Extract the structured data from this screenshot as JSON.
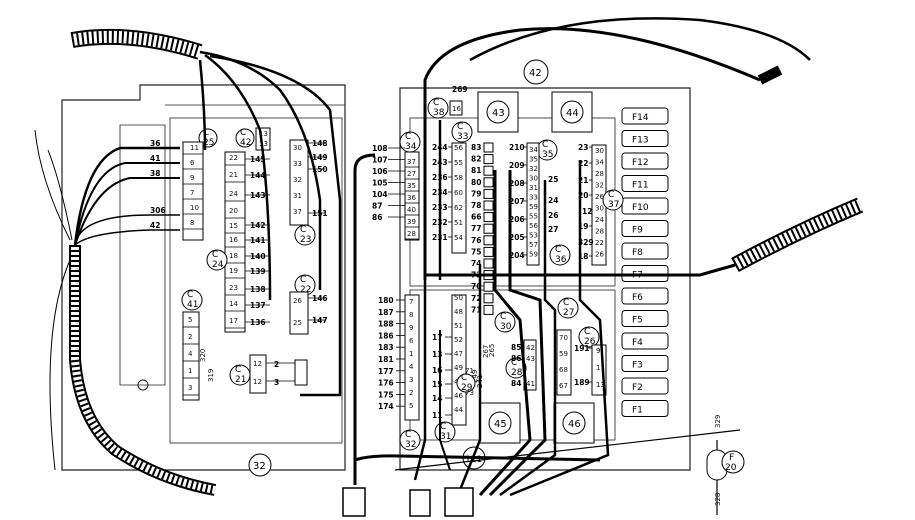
{
  "panel_labels": {
    "left": "32",
    "right": "42",
    "relay_bottom": "121",
    "ground": "32"
  },
  "relays": [
    "43",
    "44",
    "45",
    "46"
  ],
  "fuses": [
    "F14",
    "F13",
    "F12",
    "F11",
    "F10",
    "F9",
    "F8",
    "F7",
    "F6",
    "F5",
    "F4",
    "F3",
    "F2",
    "F1"
  ],
  "inline_fuse": {
    "label": "F",
    "number": "20",
    "wire_top": "329",
    "wire_bottom": "328"
  },
  "connectors": {
    "c25": "25",
    "c42": "42",
    "c23": "23",
    "c24": "24",
    "c22": "22",
    "c41": "41",
    "c21": "21",
    "c38": "38",
    "c34": "34",
    "c33": "33",
    "c35": "35",
    "c37": "37",
    "c36": "36",
    "c27": "27",
    "c30": "30",
    "c26": "26",
    "c28": "28",
    "c29": "29",
    "c31": "31",
    "c32": "32"
  },
  "left_wires": [
    "36",
    "41",
    "38",
    "306",
    "42"
  ],
  "c25_pins": [
    "11",
    "6",
    "9",
    "7",
    "10",
    "8"
  ],
  "c42_pins": [
    "13",
    "13"
  ],
  "c42_wires": [
    "145",
    "144",
    "143",
    "142",
    "141",
    "140",
    "139",
    "138",
    "137",
    "136"
  ],
  "c42_pins_b": [
    "22",
    "21",
    "24",
    "20",
    "15",
    "16",
    "18",
    "19",
    "23",
    "14",
    "17"
  ],
  "c23_wires": [
    "148",
    "149",
    "150",
    "151"
  ],
  "c23_pins": [
    "30",
    "33",
    "32",
    "31",
    "37"
  ],
  "c22_wires": [
    "146",
    "147"
  ],
  "c22_pins": [
    "26",
    "25"
  ],
  "c41_pins": [
    "5",
    "2",
    "4",
    "1",
    "3"
  ],
  "c41_wires": [
    "320",
    "319"
  ],
  "c21_pins": [
    "12",
    "12"
  ],
  "c21_wires": [
    "2",
    "3"
  ],
  "c38_wire": "269",
  "c38_pin": "16",
  "c34_wires": [
    "108",
    "107",
    "106",
    "105",
    "104",
    "87",
    "86"
  ],
  "c34_pins": [
    "37",
    "27",
    "35",
    "36",
    "40",
    "39",
    "28"
  ],
  "c33_wires": [
    "244",
    "243",
    "236",
    "234",
    "233",
    "232",
    "231"
  ],
  "c33_pins": [
    "56",
    "55",
    "58",
    "60",
    "62",
    "51",
    "54"
  ],
  "c33_wires_b": [
    "83",
    "82",
    "81",
    "80",
    "79",
    "78",
    "66",
    "77",
    "76",
    "75",
    "74",
    "73",
    "70",
    "72",
    "71"
  ],
  "c35_wires": [
    "210",
    "209",
    "208",
    "207",
    "206",
    "205",
    "204"
  ],
  "c35_pins": [
    "34",
    "35",
    "32",
    "30",
    "31",
    "33",
    "59",
    "55",
    "56",
    "53",
    "57",
    "59"
  ],
  "c37_wires": [
    "23",
    "22",
    "21",
    "20",
    "19",
    "18",
    "25",
    "24",
    "26",
    "27",
    "12",
    "329"
  ],
  "c32_wires": [
    "180",
    "187",
    "188",
    "186",
    "183",
    "181",
    "177",
    "176",
    "175",
    "174"
  ],
  "c32_pins": [
    "7",
    "8",
    "9",
    "6",
    "1",
    "4",
    "3",
    "2",
    "5"
  ],
  "c31_wires": [
    "17",
    "13",
    "16",
    "15",
    "14",
    "11"
  ],
  "c31_pins": [
    "50",
    "48",
    "51",
    "52",
    "47",
    "49",
    "45",
    "46",
    "44"
  ],
  "c30_wires": [
    "267",
    "265",
    "249",
    "241"
  ],
  "c28_wires": [
    "85",
    "86",
    "84"
  ],
  "c28_pins": [
    "42",
    "43",
    "41"
  ],
  "c27_pins": [
    "70",
    "59",
    "68",
    "67"
  ],
  "c26_wires": [
    "191",
    "189"
  ],
  "c26_pins": [
    "9",
    "11",
    "13"
  ],
  "c29_pins": [
    "71",
    "73"
  ]
}
